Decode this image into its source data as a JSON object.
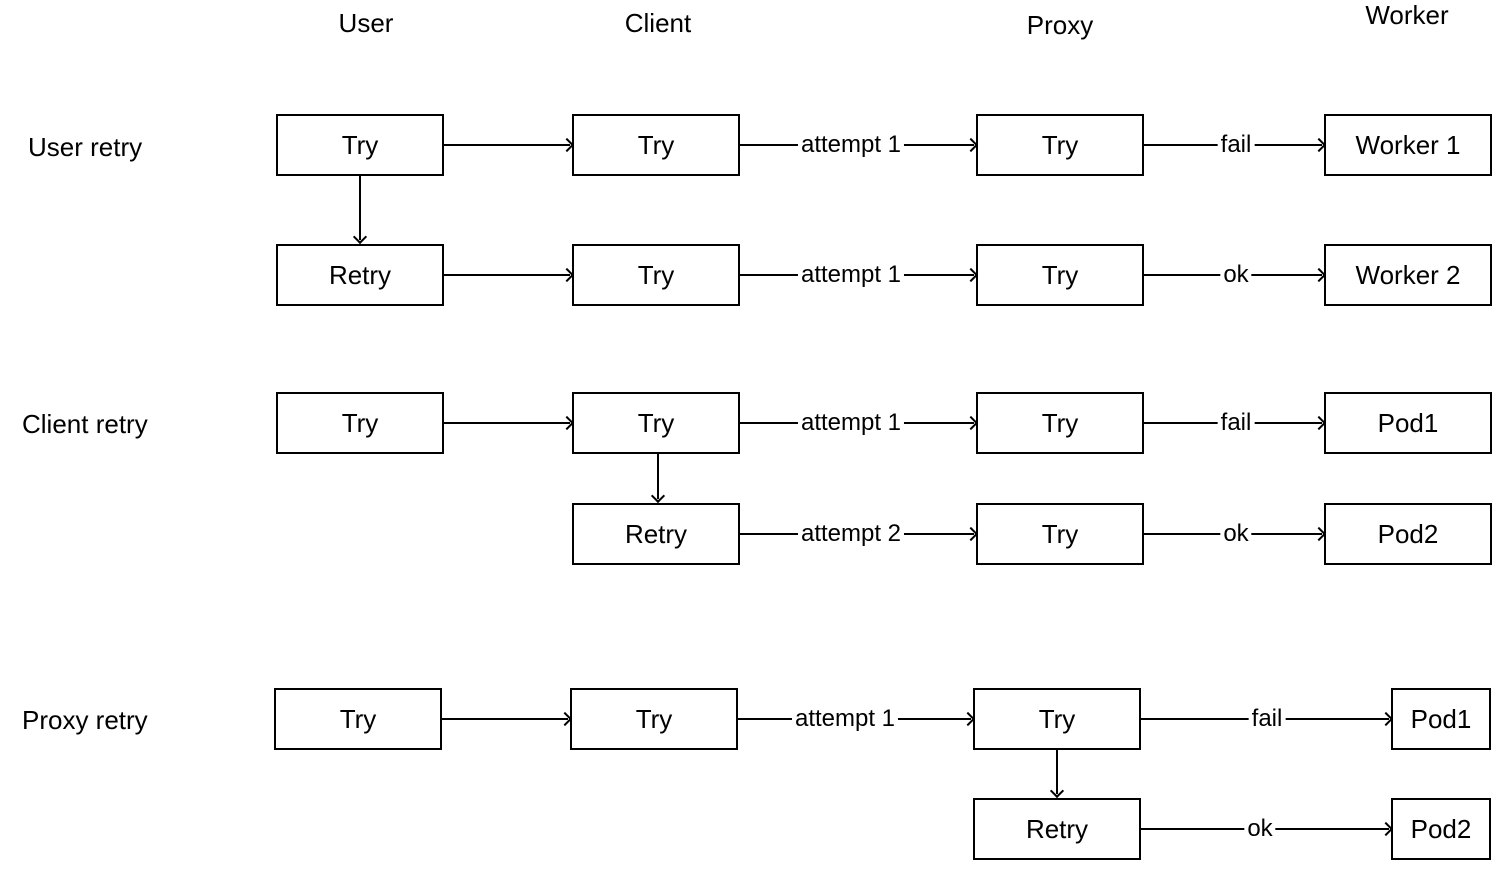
{
  "columns": [
    "User",
    "Client",
    "Proxy",
    "Worker"
  ],
  "flows": [
    {
      "row_label": "User retry",
      "attempts": [
        {
          "user": "Try",
          "client": "Try",
          "client_to_proxy": "attempt 1",
          "proxy": "Try",
          "proxy_to_target": "fail",
          "target": "Worker 1"
        },
        {
          "user": "Retry",
          "client": "Try",
          "client_to_proxy": "attempt 1",
          "proxy": "Try",
          "proxy_to_target": "ok",
          "target": "Worker 2"
        }
      ]
    },
    {
      "row_label": "Client retry",
      "attempts": [
        {
          "user": "Try",
          "client": "Try",
          "client_to_proxy": "attempt 1",
          "proxy": "Try",
          "proxy_to_target": "fail",
          "target": "Pod1"
        },
        {
          "client": "Retry",
          "client_to_proxy": "attempt 2",
          "proxy": "Try",
          "proxy_to_target": "ok",
          "target": "Pod2"
        }
      ]
    },
    {
      "row_label": "Proxy retry",
      "attempts": [
        {
          "user": "Try",
          "client": "Try",
          "client_to_proxy": "attempt 1",
          "proxy": "Try",
          "proxy_to_target": "fail",
          "target": "Pod1"
        },
        {
          "proxy": "Retry",
          "proxy_to_target": "ok",
          "target": "Pod2"
        }
      ]
    }
  ],
  "colors": {
    "background": "#ffffff",
    "line": "#000000",
    "text": "#000000",
    "node_border": "#000000",
    "node_fill": "#ffffff"
  }
}
